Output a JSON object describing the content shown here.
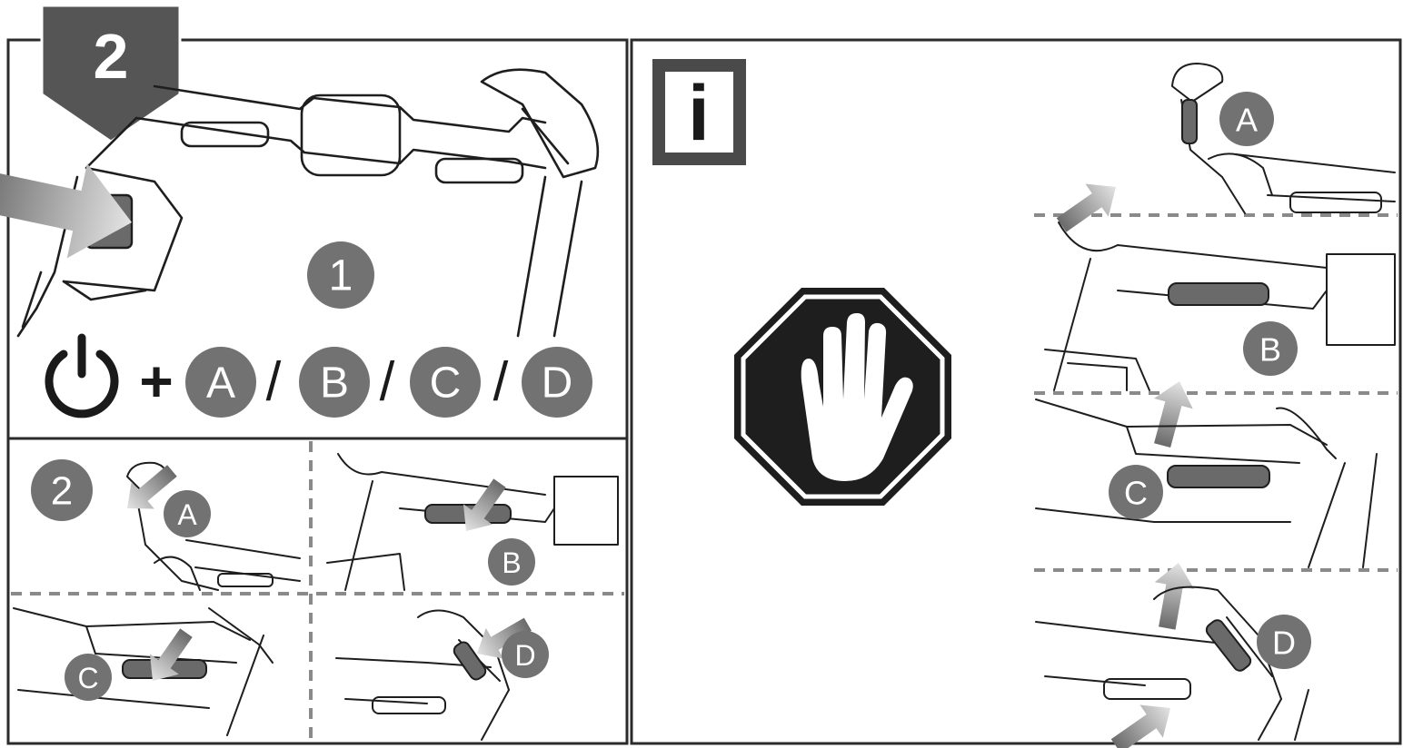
{
  "step": {
    "number": "2",
    "badge_color": "#555555"
  },
  "info": {
    "letter": "i",
    "badge_color": "#4a4a4a"
  },
  "actions": {
    "press_marker": "1",
    "plus": "+",
    "separator": "/"
  },
  "buttons": {
    "a": "A",
    "b": "B",
    "c": "C",
    "d": "D"
  },
  "substep": {
    "marker": "2"
  },
  "icons": [
    "power-icon",
    "stop-hand-icon",
    "info-icon",
    "arrow-icon"
  ],
  "colors": {
    "marker_fill": "#727272",
    "arrow_dark": "#6a6a6a",
    "arrow_light": "#e4e4e4",
    "stop_fill": "#1e1e1e"
  }
}
